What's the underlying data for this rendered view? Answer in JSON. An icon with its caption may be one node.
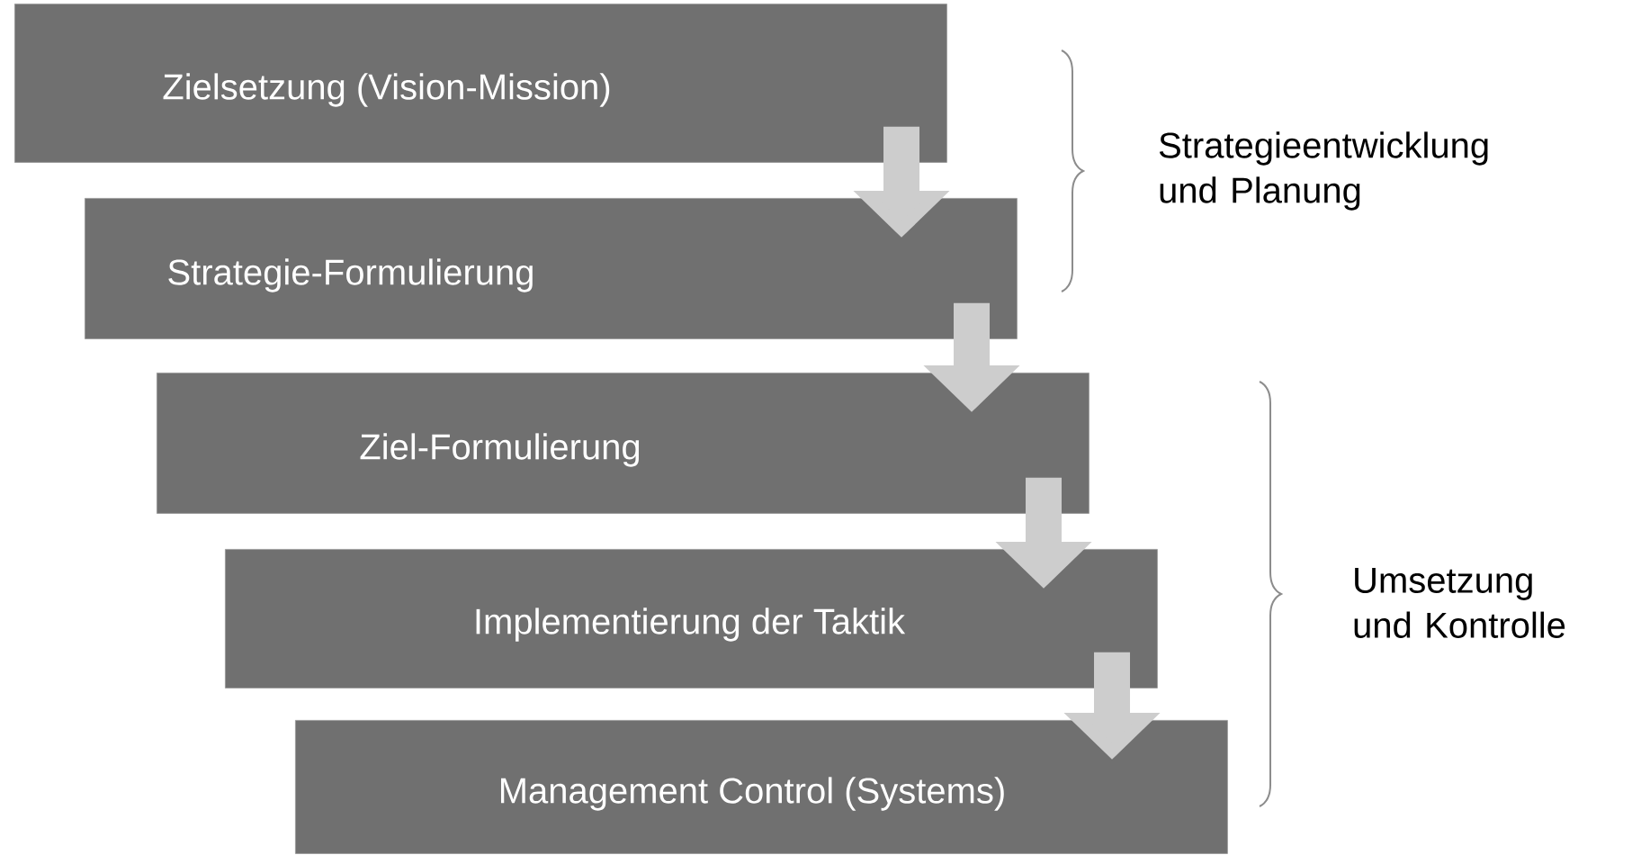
{
  "diagram": {
    "nodes": [
      {
        "text": [
          "Zielsetzung (Vision-Mission)"
        ]
      },
      {
        "text": [
          "Strategie-Formulierung"
        ]
      },
      {
        "text": [
          "Ziel-Formulierung"
        ]
      },
      {
        "text": [
          "Implementierung der Taktik"
        ]
      },
      {
        "text": [
          "Management Control (Systems)"
        ]
      }
    ],
    "edges": [
      {
        "from": 0,
        "to": 1,
        "arrow": "to"
      },
      {
        "from": 1,
        "to": 2,
        "arrow": "to"
      },
      {
        "from": 2,
        "to": 3,
        "arrow": "to"
      },
      {
        "from": 3,
        "to": 4,
        "arrow": "to"
      }
    ],
    "labels": [
      "Strategieentwicklung und Planung",
      "Umsetzung und Kontrolle"
    ]
  }
}
